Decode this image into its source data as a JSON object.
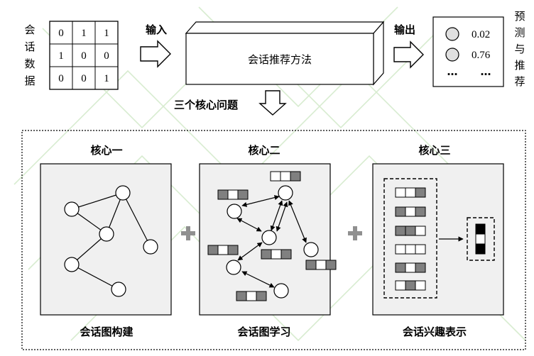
{
  "top": {
    "session_data_label": [
      "会",
      "话",
      "数",
      "据"
    ],
    "matrix": [
      [
        "0",
        "1",
        "1"
      ],
      [
        "1",
        "0",
        "0"
      ],
      [
        "0",
        "0",
        "1"
      ]
    ],
    "input_label": "输入",
    "method_label": "会话推荐方法",
    "output_label": "输出",
    "predictions": [
      {
        "value": "0.02"
      },
      {
        "value": "0.76"
      },
      {
        "value": "…",
        "dots": "…"
      }
    ],
    "predict_label": [
      "预",
      "测",
      "与",
      "推",
      "荐"
    ],
    "core_problems_label": "三个核心问题"
  },
  "panels": [
    {
      "title": "核心一",
      "caption": "会话图构建"
    },
    {
      "title": "核心二",
      "caption": "会话图学习"
    },
    {
      "title": "核心三",
      "caption": "会话兴趣表示"
    }
  ],
  "colors": {
    "panel_fill": "#f0f0f0",
    "cell_dark": "#808080",
    "plus": "#909090",
    "watermark": "#d8ecd0"
  }
}
